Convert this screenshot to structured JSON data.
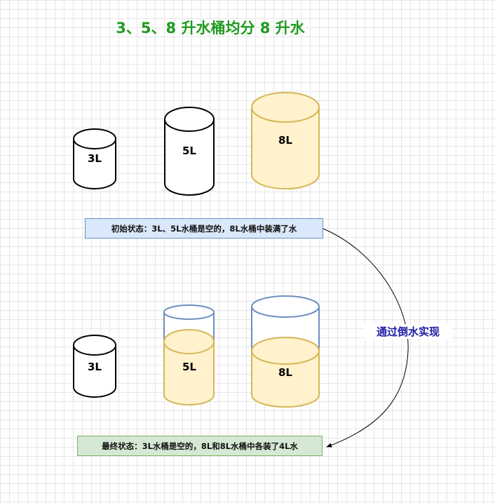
{
  "title": "3、5、8 升水桶均分 8 升水",
  "initial_buckets": {
    "b3": "3L",
    "b5": "5L",
    "b8": "8L"
  },
  "final_buckets": {
    "b3": "3L",
    "b5": "5L",
    "b8": "8L"
  },
  "initial_note": "初始状态：3L、5L水桶是空的，8L水桶中装满了水",
  "final_note": "最终状态：3L水桶是空的，8L和8L水桶中各装了4L水",
  "arrow_label": "通过倒水实现",
  "colors": {
    "title": "#1f9a1f",
    "water_fill": "#fff2cc",
    "water_stroke": "#d6b656",
    "empty_stroke": "#6c8ebf",
    "bucket_stroke": "#000000",
    "initial_note_fill": "#dae8fc",
    "initial_note_stroke": "#6c8ebf",
    "final_note_fill": "#d5e8d4",
    "final_note_stroke": "#82b366",
    "arrow_label": "#1a1aa6"
  }
}
